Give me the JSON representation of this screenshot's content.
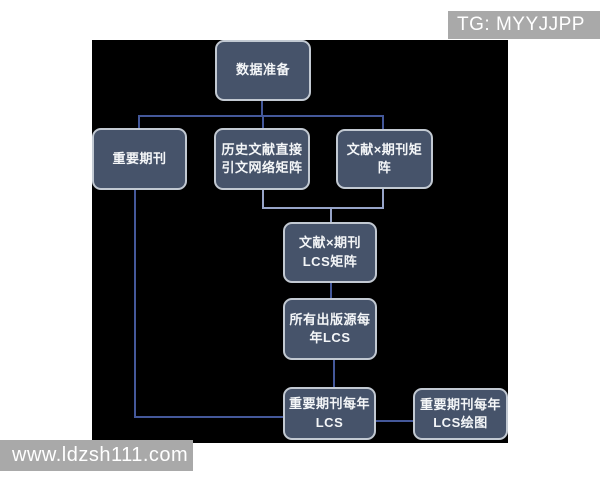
{
  "colors": {
    "canvas_bg": "#ffffff",
    "panel_bg": "#000000",
    "node_fill": "#46536a",
    "node_border": "#c2c9d2",
    "node_text": "#f4f6f8",
    "connector": "#44589a",
    "connector_light": "#97a4c8",
    "watermark_bg": "#a9a9a9",
    "watermark_text": "#ffffff"
  },
  "watermarks": {
    "top_right": "TG: MYYJJPP",
    "bottom_left": "www.ldzsh111.com"
  },
  "flowchart": {
    "nodes": {
      "data_prep": {
        "label": "数据准备"
      },
      "important_journals": {
        "label": "重要期刊"
      },
      "historical_citation_matrix": {
        "label": "历史文献直接\n引文网络矩阵"
      },
      "doc_journal_matrix": {
        "label": "文献×期刊矩\n阵"
      },
      "doc_journal_lcs_matrix": {
        "label": "文献×期刊\nLCS矩阵"
      },
      "all_sources_yearly_lcs": {
        "label": "所有出版源每\n年LCS"
      },
      "key_journals_yearly_lcs": {
        "label": "重要期刊每年\nLCS"
      },
      "key_journals_yearly_lcs_plot": {
        "label": "重要期刊每年\nLCS绘图"
      }
    },
    "edges": [
      "data_prep -> important_journals",
      "data_prep -> historical_citation_matrix",
      "data_prep -> doc_journal_matrix",
      "historical_citation_matrix -> doc_journal_lcs_matrix",
      "doc_journal_matrix -> doc_journal_lcs_matrix",
      "doc_journal_lcs_matrix -> all_sources_yearly_lcs",
      "all_sources_yearly_lcs -> key_journals_yearly_lcs",
      "important_journals -> key_journals_yearly_lcs",
      "key_journals_yearly_lcs -> key_journals_yearly_lcs_plot"
    ]
  }
}
